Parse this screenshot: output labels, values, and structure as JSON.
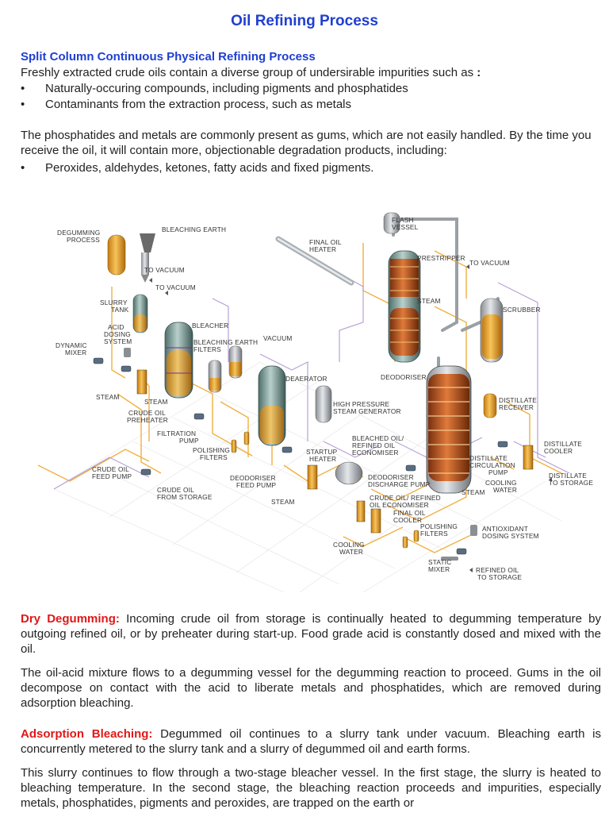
{
  "page": {
    "title": "Oil Refining Process",
    "subtitle": "Split Column Continuous Physical Refining Process"
  },
  "intro": {
    "line": "Freshly extracted crude oils contain a diverse group of undersirable impurities such as",
    "colon": ":",
    "bullets": [
      "Naturally-occuring compounds, including pigments and phosphatides",
      "Contaminants from the extraction process, such as metals"
    ]
  },
  "gums": {
    "text": "The phosphatides and metals are commonly present as gums, which are not easily handled. By the time you receive the oil, it will contain more, objectionable degradation products, including:",
    "bullets": [
      "Peroxides, aldehydes, ketones, fatty acids and fixed pigments."
    ]
  },
  "diagram": {
    "labels": {
      "degumming_process": [
        "DEGUMMING",
        "PROCESS"
      ],
      "bleaching_earth": "BLEACHING EARTH",
      "to_vacuum_1": "TO VACUUM",
      "to_vacuum_2": "TO VACUUM",
      "slurry_tank": [
        "SLURRY",
        "TANK"
      ],
      "acid_dosing": [
        "ACID",
        "DOSING",
        "SYSTEM"
      ],
      "dynamic_mixer": [
        "DYNAMIC",
        "MIXER"
      ],
      "bleacher": "BLEACHER",
      "bleaching_earth_filters": [
        "BLEACHING EARTH",
        "FILTERS"
      ],
      "vacuum": "VACUUM",
      "steam_1": "STEAM",
      "steam_2": "STEAM",
      "crude_oil_preheater": [
        "CRUDE OIL",
        "PREHEATER"
      ],
      "filtration_pump": [
        "FILTRATION",
        "PUMP"
      ],
      "polishing_filters_1": [
        "POLISHING",
        "FILTERS"
      ],
      "deaerator": "DEAERATOR",
      "high_pressure_steam": [
        "HIGH PRESSURE",
        "STEAM GENERATOR"
      ],
      "final_oil_heater": [
        "FINAL OIL",
        "HEATER"
      ],
      "flash_vessel": [
        "FLASH",
        "VESSEL"
      ],
      "prestripper": "PRESTRIPPER",
      "to_vacuum_3": "TO VACUUM",
      "steam_3": "STEAM",
      "scrubber": "SCRUBBER",
      "deodoriser": "DEODORISER",
      "distillate_receiver": [
        "DISTILLATE",
        "RECEIVER"
      ],
      "distillate_cooler": [
        "DISTILLATE",
        "COOLER"
      ],
      "distillate_circulation_pump": [
        "DISTILLATE",
        "CIRCULATION",
        "PUMP"
      ],
      "to_storage": [
        "DISTILLATE",
        "TO STORAGE"
      ],
      "cooling_water_1": [
        "COOLING",
        "WATER"
      ],
      "steam_4": "STEAM",
      "bleached_oil_economiser": [
        "BLEACHED OIL/",
        "REFINED OIL",
        "ECONOMISER"
      ],
      "startup_heater": [
        "STARTUP",
        "HEATER"
      ],
      "crude_oil_feed_pump": [
        "CRUDE OIL",
        "FEED PUMP"
      ],
      "crude_oil_from_storage": [
        "CRUDE OIL",
        "FROM STORAGE"
      ],
      "deodoriser_feed_pump": [
        "DEODORISER",
        "FEED PUMP"
      ],
      "steam_5": "STEAM",
      "deodoriser_discharge_pump": [
        "DEODORISER",
        "DISCHARGE PUMP"
      ],
      "crude_oil_refined_economiser": [
        "CRUDE OIL/ REFINED",
        "OIL ECONOMISER"
      ],
      "final_oil_cooler": [
        "FINAL OIL",
        "COOLER"
      ],
      "polishing_filters_2": [
        "POLISHING",
        "FILTERS"
      ],
      "antioxidant_dosing": [
        "ANTIOXIDANT",
        "DOSING SYSTEM"
      ],
      "cooling_water_2": [
        "COOLING",
        "WATER"
      ],
      "static_mixer": [
        "STATIC",
        "MIXER"
      ],
      "refined_oil_storage": [
        "REFINED OIL",
        "TO STORAGE"
      ]
    }
  },
  "dry_degumming": {
    "heading": "Dry Degumming:",
    "text": "Incoming crude oil from storage is continually heated to degumming temperature by outgoing refined oil, or by preheater during start-up. Food grade acid is constantly dosed and mixed with the oil.",
    "text2": "The oil-acid mixture flows to a degumming vessel for the degumming reaction to proceed. Gums in the oil decompose on contact with the acid to liberate metals and phosphatides, which are removed during adsorption bleaching."
  },
  "adsorption": {
    "heading": "Adsorption Bleaching:",
    "text": "Degummed oil continues to a slurry tank under vacuum. Bleaching earth is concurrently metered to the slurry tank and a slurry of degummed oil and earth forms.",
    "text2": "This slurry continues to flow through a two-stage bleacher vessel. In the first stage, the slurry is heated to bleaching temperature. In the second stage, the bleaching reaction proceeds and impurities, especially metals, phosphatides, pigments and peroxides, are trapped on the earth or"
  },
  "colors": {
    "heading_blue": "#1f3fd0",
    "section_red": "#e01818",
    "oil_orange": "#e8a030",
    "pipe_orange": "#f0b040",
    "pipe_violet": "#b8a0d8",
    "vessel_copper": "#c8642a"
  }
}
